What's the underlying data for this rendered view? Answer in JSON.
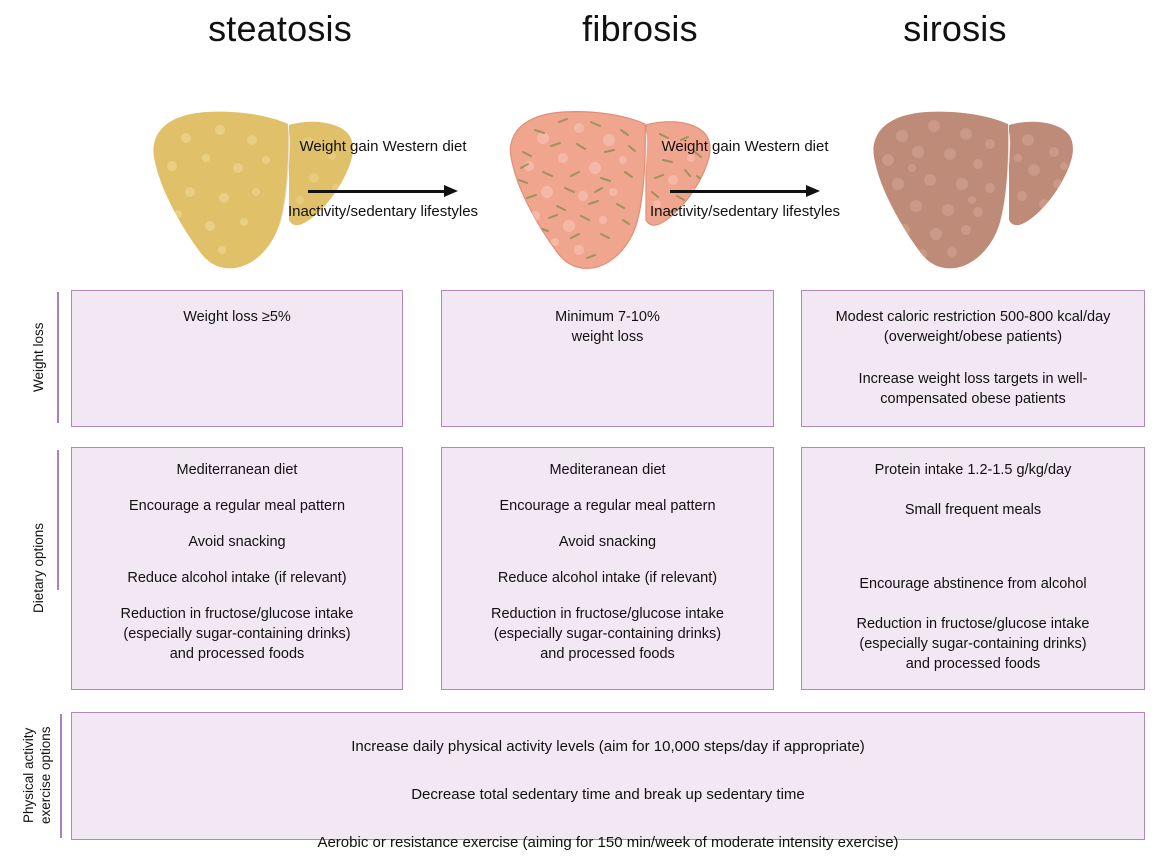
{
  "stages": [
    {
      "title": "steatosis",
      "liver_color": "#e0c068",
      "liver_kind": "steatosis"
    },
    {
      "title": "fibrosis",
      "liver_color": "#f0a58f",
      "liver_kind": "fibrosis"
    },
    {
      "title": "sirosis",
      "liver_color": "#bf8b79",
      "liver_kind": "cirrhosis"
    }
  ],
  "transitions": [
    {
      "top": "Weight gain\nWestern diet",
      "bottom": "Inactivity/sedentary lifestyles"
    },
    {
      "top": "Weight gain\nWestern diet",
      "bottom": "Inactivity/sedentary lifestyles"
    }
  ],
  "rows": [
    {
      "label": "Weight loss",
      "cells": [
        {
          "lines": [
            "Weight loss ≥5%"
          ]
        },
        {
          "lines": [
            "Minimum 7-10%\nweight loss"
          ]
        },
        {
          "lines": [
            "Modest caloric restriction 500-800 kcal/day\n(overweight/obese patients)",
            "Increase weight loss  targets in well-\ncompensated obese patients"
          ]
        }
      ]
    },
    {
      "label": "Dietary options",
      "cells": [
        {
          "lines": [
            "Mediterranean diet",
            "Encourage a regular meal pattern",
            "Avoid snacking",
            "Reduce alcohol intake (if relevant)",
            "Reduction in fructose/glucose intake\n(especially sugar-containing drinks)\nand processed foods"
          ]
        },
        {
          "lines": [
            "Mediteranean diet",
            "Encourage a regular meal pattern",
            "Avoid snacking",
            "Reduce alcohol intake (if relevant)",
            "Reduction in fructose/glucose intake\n(especially sugar-containing drinks)\nand processed foods"
          ]
        },
        {
          "lines": [
            "Protein intake 1.2-1.5 g/kg/day",
            "Small frequent meals",
            "Encourage abstinence from alcohol",
            "Reduction in fructose/glucose intake\n(especially sugar-containing drinks)\nand processed foods"
          ]
        }
      ]
    },
    {
      "label": "Physical activity\nexercise options",
      "cells": [
        {
          "lines": [
            "Increase daily physical activity levels (aim for 10,000 steps/day if appropriate)",
            "Decrease total sedentary time and break up sedentary time",
            "Aerobic or resistance exercise (aiming for 150 min/week of moderate intensity exercise)"
          ]
        }
      ]
    }
  ],
  "colors": {
    "box_fill": "#f2e8f3",
    "box_border": "#b287bf",
    "rule": "#b07fbb",
    "text": "#111111",
    "arrow": "#111111",
    "liver_steatosis": "#e0c068",
    "liver_fibrosis": "#f0a58f",
    "liver_cirrhosis": "#bf8b79",
    "gallbladder": "#e8e4dc"
  }
}
